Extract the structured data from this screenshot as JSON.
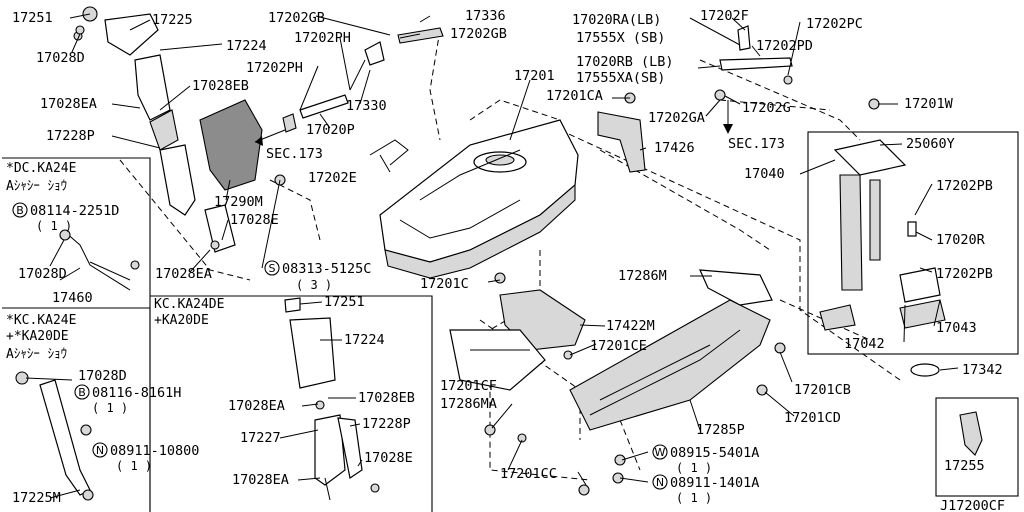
{
  "diagram_code": "J17200CF",
  "parts": {
    "p17251_tl": "17251",
    "p17225": "17225",
    "p17224_tl": "17224",
    "p17028D_tl": "17028D",
    "p17028EA_tl": "17028EA",
    "p17028EB_tl": "17028EB",
    "p17228P_tl": "17228P",
    "p17290M": "17290M",
    "p17028E_tl": "17028E",
    "p17028EA_mid": "17028EA",
    "p17202GB_1": "17202GB",
    "p17336": "17336",
    "p17202GB_2": "17202GB",
    "p17202PH_1": "17202PH",
    "p17202PH_2": "17202PH",
    "p17330": "17330",
    "p17020P": "17020P",
    "p17202E": "17202E",
    "p17201": "17201",
    "p17201CA": "17201CA",
    "p17426": "17426",
    "p17020RA": "17020RA(LB)",
    "p17555X": "17555X (SB)",
    "p17202F": "17202F",
    "p17202PC": "17202PC",
    "p17202PD": "17202PD",
    "p17020RB": "17020RB (LB)",
    "p17555XA": "17555XA(SB)",
    "p17202G": "17202G",
    "p17202GA": "17202GA",
    "p17201W": "17201W",
    "p25060Y": "25060Y",
    "p17040": "17040",
    "p17202PB_1": "17202PB",
    "p17020R": "17020R",
    "p17202PB_2": "17202PB",
    "p17043": "17043",
    "p17042": "17042",
    "p17342": "17342",
    "p17255": "17255",
    "p17201C": "17201C",
    "p17286M": "17286M",
    "p17422M": "17422M",
    "p17201CE": "17201CE",
    "p17201CB": "17201CB",
    "p17201CF": "17201CF",
    "p17286MA": "17286MA",
    "p17285P": "17285P",
    "p17201CD": "17201CD",
    "p17201CC": "17201CC",
    "p08915": "08915-5401A",
    "p08915_qty": "( 1 )",
    "p08911_1401": "08911-1401A",
    "p08911_1401_qty": "( 1 )",
    "p08313": "08313-5125C",
    "p08313_qty": "( 3 )",
    "p17460": "17460",
    "p17028D_ml": "17028D",
    "p08114": "08114-2251D",
    "p08114_qty": "( 1 )",
    "p17028D_bl": "17028D",
    "p08116": "08116-8161H",
    "p08116_qty": "( 1 )",
    "p08911_10800": "08911-10800",
    "p08911_10800_qty": "( 1 )",
    "p17225M": "17225M",
    "p17251_bm": "17251",
    "p17224_bm": "17224",
    "p17028EA_bm1": "17028EA",
    "p17028EB_bm": "17028EB",
    "p17227": "17227",
    "p17228P_bm": "17228P",
    "p17028E_bm": "17028E",
    "p17028EA_bm2": "17028EA"
  },
  "refs": {
    "sec173_left": "SEC.173",
    "sec173_right": "SEC.173"
  },
  "notes": {
    "dc_line1": "*DC.KA24E",
    "dc_line2": "Aｼｬｼｰ ｼｮｳ",
    "kc_line1": "*KC.KA24E",
    "kc_line2": "+*KA20DE",
    "kc_line3": "Aｼｬｼｰ ｼｮｳ",
    "kcm_line1": "KC.KA24DE",
    "kcm_line2": "+KA20DE"
  },
  "symbols": {
    "bolt_B": "B",
    "nut_N": "N",
    "screw_S": "S",
    "washer_W": "W"
  }
}
